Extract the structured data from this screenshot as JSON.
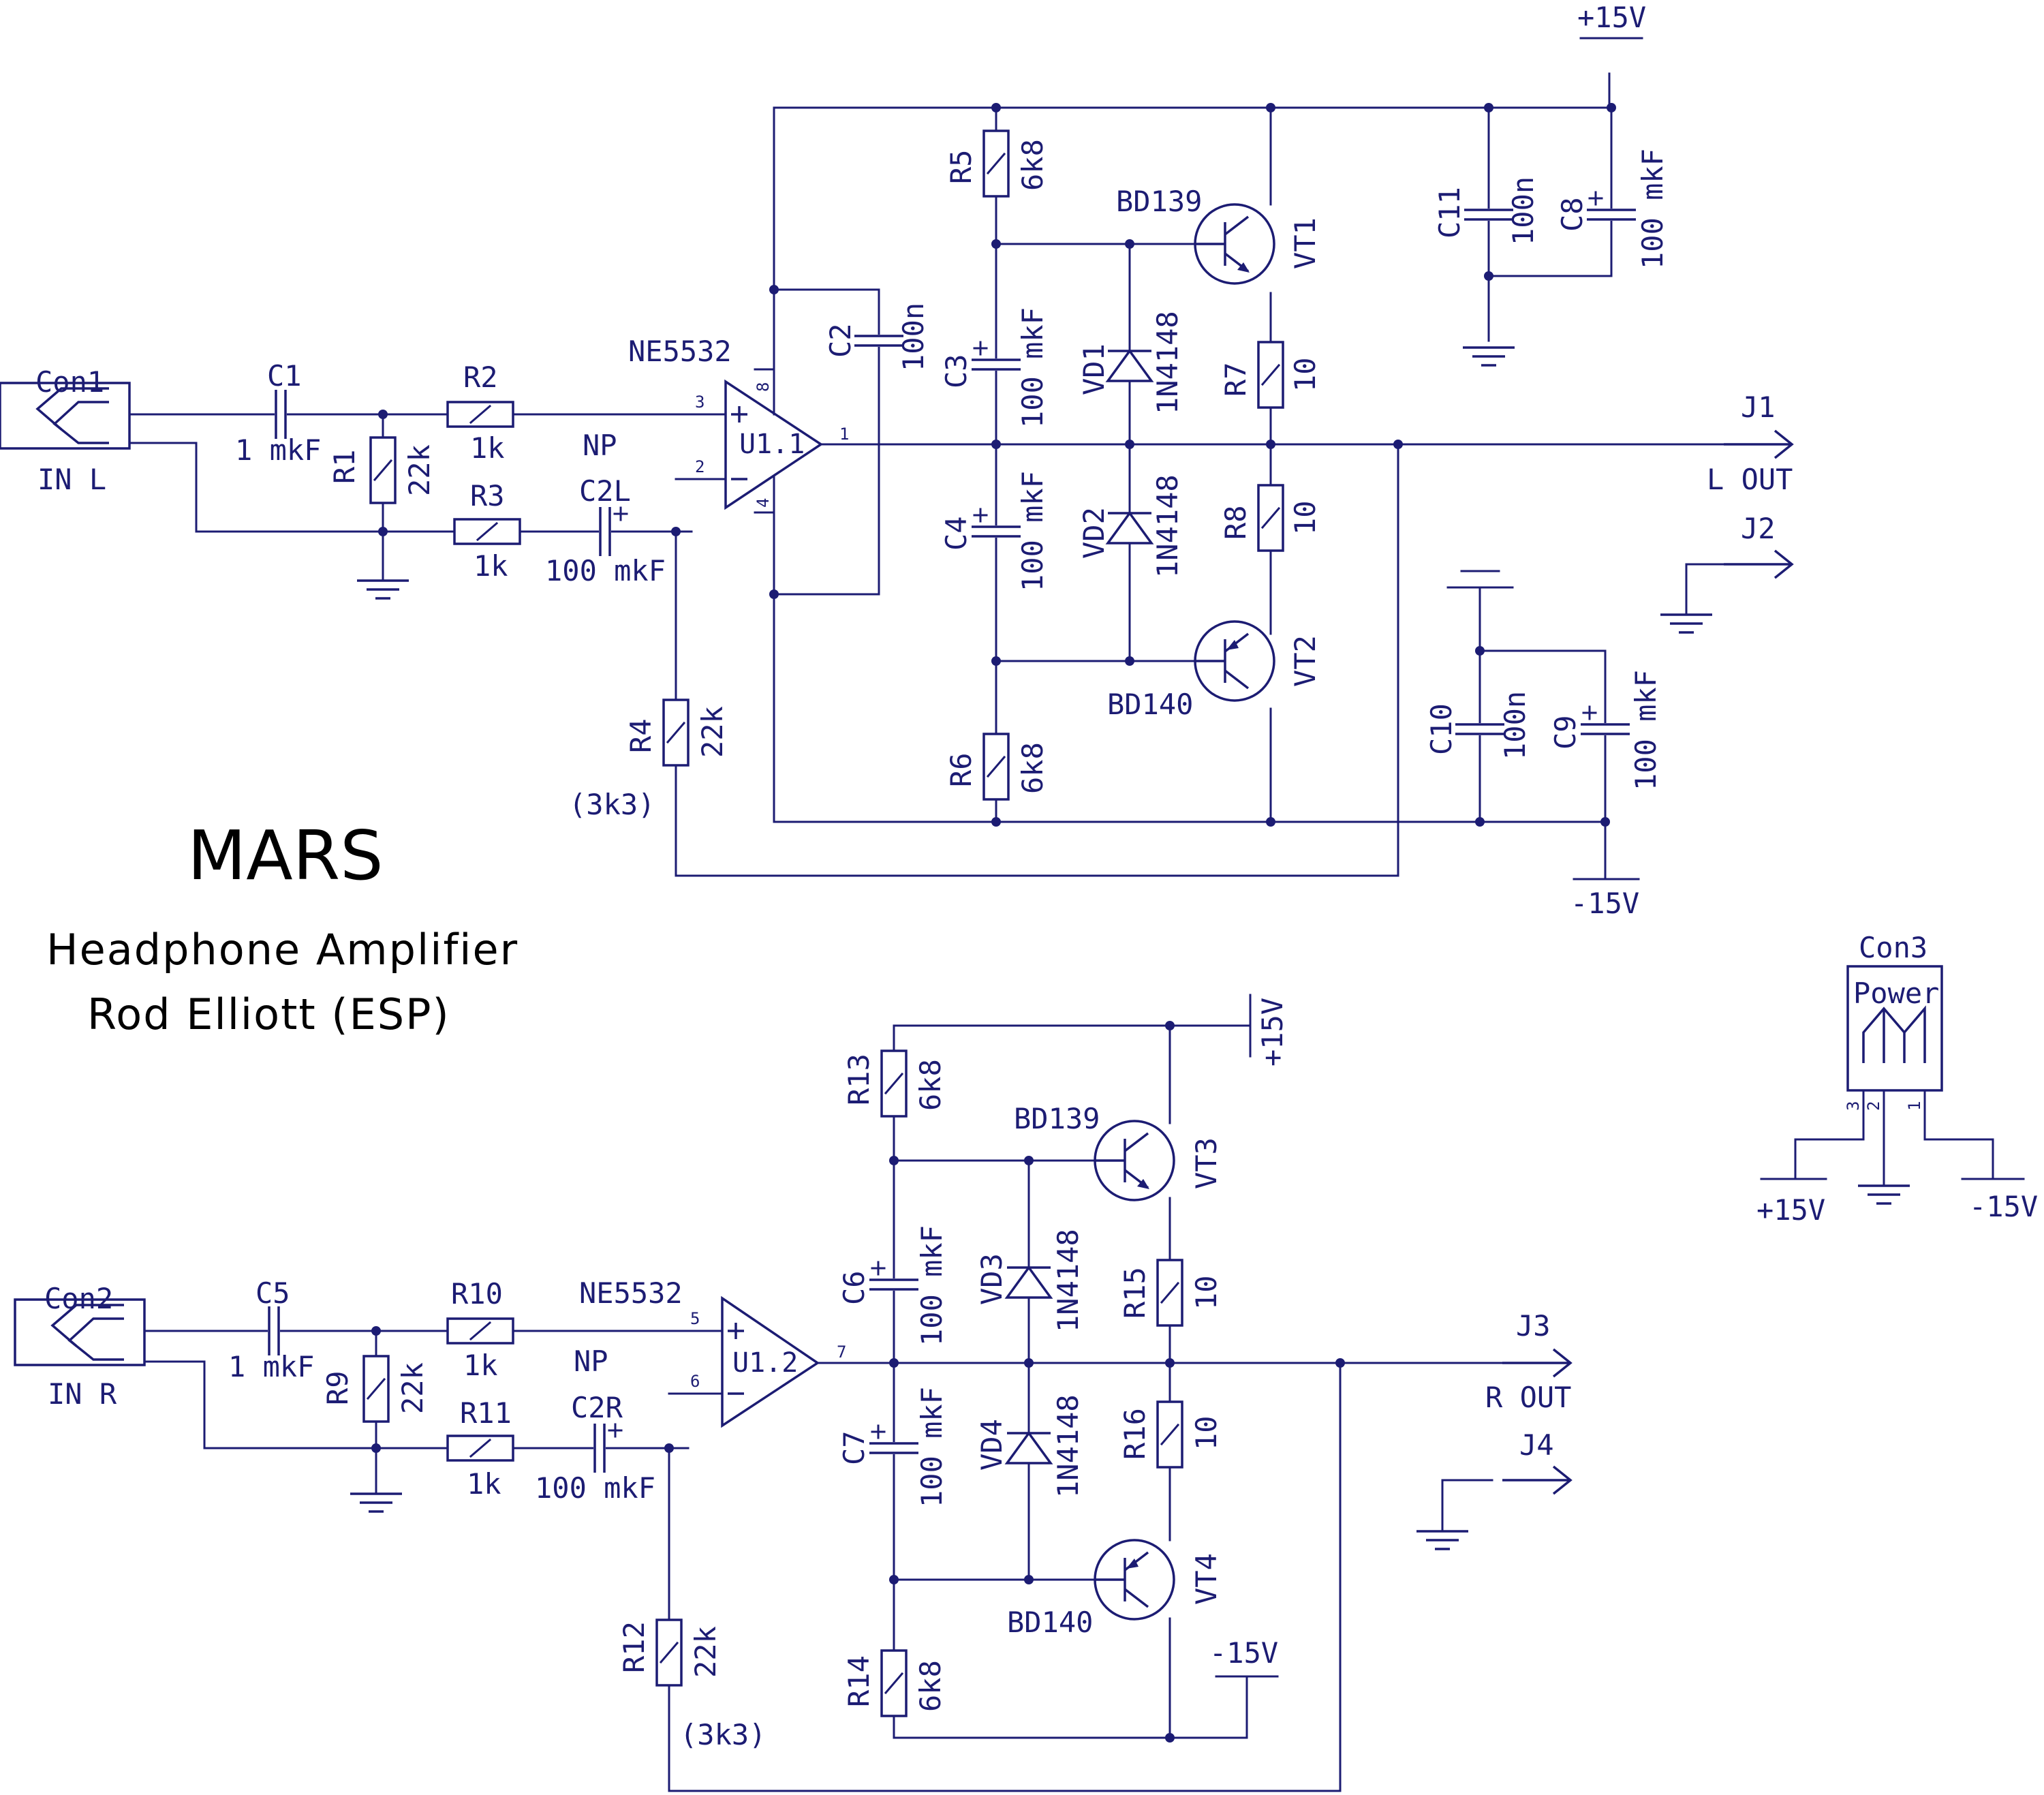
{
  "title": {
    "main": "MARS",
    "line1": "Headphone Amplifier",
    "line2": "Rod Elliott (ESP)"
  },
  "rails": {
    "pos": "+15V",
    "neg": "-15V"
  },
  "left_channel": {
    "connector": {
      "ref": "Con1",
      "label": "IN L"
    },
    "c1": {
      "ref": "C1",
      "value": "1 mkF"
    },
    "r1": {
      "ref": "R1",
      "value": "22k"
    },
    "r2": {
      "ref": "R2",
      "value": "1k"
    },
    "r3": {
      "ref": "R3",
      "value": "1k"
    },
    "c2l": {
      "ref": "C2L",
      "value": "100 mkF"
    },
    "np": "NP",
    "r4": {
      "ref": "R4",
      "value": "22k",
      "alt": "(3k3)"
    },
    "opamp": {
      "part": "NE5532",
      "ref": "U1.1",
      "pin_plus": "3",
      "pin_minus": "2",
      "pin_out": "1",
      "pin_vcc": "8",
      "pin_vee": "4"
    },
    "c2": {
      "ref": "C2",
      "value": "100n"
    },
    "r5": {
      "ref": "R5",
      "value": "6k8"
    },
    "r6": {
      "ref": "R6",
      "value": "6k8"
    },
    "c3": {
      "ref": "C3",
      "value": "100 mkF"
    },
    "c4": {
      "ref": "C4",
      "value": "100 mkF"
    },
    "vd1": {
      "ref": "VD1",
      "value": "1N4148"
    },
    "vd2": {
      "ref": "VD2",
      "value": "1N4148"
    },
    "vt1": {
      "ref": "VT1",
      "part": "BD139"
    },
    "vt2": {
      "ref": "VT2",
      "part": "BD140"
    },
    "r7": {
      "ref": "R7",
      "value": "10"
    },
    "r8": {
      "ref": "R8",
      "value": "10"
    },
    "c11": {
      "ref": "C11",
      "value": "100n"
    },
    "c8": {
      "ref": "C8",
      "value": "100 mkF"
    },
    "c10": {
      "ref": "C10",
      "value": "100n"
    },
    "c9": {
      "ref": "C9",
      "value": "100 mkF"
    },
    "j1": {
      "ref": "J1",
      "label": "L OUT"
    },
    "j2": {
      "ref": "J2"
    }
  },
  "right_channel": {
    "connector": {
      "ref": "Con2",
      "label": "IN R"
    },
    "c5": {
      "ref": "C5",
      "value": "1 mkF"
    },
    "r9": {
      "ref": "R9",
      "value": "22k"
    },
    "r10": {
      "ref": "R10",
      "value": "1k"
    },
    "r11": {
      "ref": "R11",
      "value": "1k"
    },
    "c2r": {
      "ref": "C2R",
      "value": "100 mkF"
    },
    "np": "NP",
    "r12": {
      "ref": "R12",
      "value": "22k",
      "alt": "(3k3)"
    },
    "opamp": {
      "part": "NE5532",
      "ref": "U1.2",
      "pin_plus": "5",
      "pin_minus": "6",
      "pin_out": "7"
    },
    "r13": {
      "ref": "R13",
      "value": "6k8"
    },
    "r14": {
      "ref": "R14",
      "value": "6k8"
    },
    "c6": {
      "ref": "C6",
      "value": "100 mkF"
    },
    "c7": {
      "ref": "C7",
      "value": "100 mkF"
    },
    "vd3": {
      "ref": "VD3",
      "value": "1N4148"
    },
    "vd4": {
      "ref": "VD4",
      "value": "1N4148"
    },
    "vt3": {
      "ref": "VT3",
      "part": "BD139"
    },
    "vt4": {
      "ref": "VT4",
      "part": "BD140"
    },
    "r15": {
      "ref": "R15",
      "value": "10"
    },
    "r16": {
      "ref": "R16",
      "value": "10"
    },
    "j3": {
      "ref": "J3",
      "label": "R OUT"
    },
    "j4": {
      "ref": "J4"
    }
  },
  "power": {
    "ref": "Con3",
    "label": "Power",
    "pin3": "3",
    "pin2": "2",
    "pin1": "1",
    "left": "+15V",
    "right": "-15V"
  }
}
